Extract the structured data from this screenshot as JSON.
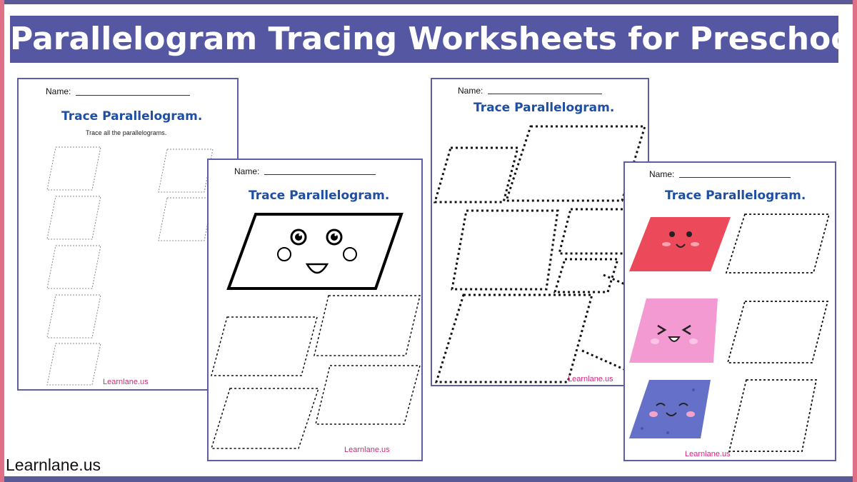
{
  "header": {
    "title": "Parallelogram Tracing Worksheets for Preschool"
  },
  "sheets": [
    {
      "name_label": "Name:",
      "title": "Trace Parallelogram.",
      "subtitle": "Trace all the parallelograms.",
      "footer": "Learnlane.us"
    },
    {
      "name_label": "Name:",
      "title": "Trace Parallelogram.",
      "footer": "Learnlane.us"
    },
    {
      "name_label": "Name:",
      "title": "Trace Parallelogram.",
      "footer": "Learnlane.us"
    },
    {
      "name_label": "Name:",
      "title": "Trace Parallelogram.",
      "footer": "Learnlane.us"
    }
  ],
  "brand": "Learnlane.us",
  "colors": {
    "banner": "#5557a3",
    "sheet_border": "#5d5fa6",
    "title_text": "#1e4fa3",
    "footer_text": "#d2287a",
    "frame_side": "#e07088",
    "shape_red": "#ec4a5a",
    "shape_pink": "#f39ad3",
    "shape_blue": "#6570c8"
  }
}
